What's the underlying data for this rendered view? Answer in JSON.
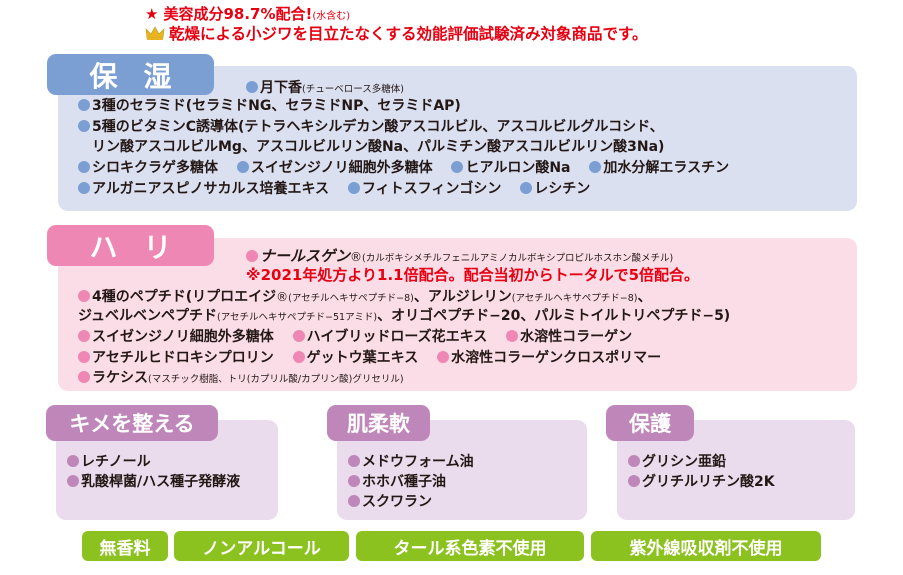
{
  "headline": {
    "line1_star": "★",
    "line1_text": "美容成分98.7%配合!",
    "line1_note": "(水含む)",
    "line2_icon": "crown-icon",
    "line2_text": "乾燥による小ジワを目立たなくする効能評価試験済み対象商品です。"
  },
  "colors": {
    "red": "#e60012",
    "moisture_tab": "#7c9fd3",
    "moisture_bg": "#dbe0f1",
    "firmness_tab": "#ee87b4",
    "firmness_bg": "#fbdde8",
    "sub_tab": "#bf86ba",
    "sub_bg": "#eadcec",
    "badge_green": "#8cc21f"
  },
  "moisture": {
    "title": "保湿",
    "r1_name": "月下香",
    "r1_sub": "(チューベロース多糖体)",
    "r2": "3種のセラミド(セラミドNG、セラミドNP、セラミドAP)",
    "r3": "5種のビタミンC誘導体(テトラヘキシルデカン酸アスコルビル、アスコルビルグルコシド、",
    "r4": "リン酸アスコルビルMg、アスコルビルリン酸Na、パルミチン酸アスコルビルリン酸3Na)",
    "r5": [
      "シロキクラゲ多糖体",
      "スイゼンジノリ細胞外多糖体",
      "ヒアルロン酸Na",
      "加水分解エラスチン"
    ],
    "r6": [
      "アルガニアスピノサカルス培養エキス",
      "フィトスフィンゴシン",
      "レシチン"
    ]
  },
  "firmness": {
    "title": "ハリ",
    "r1_name": "ナールスゲン",
    "r1_reg": "®",
    "r1_sub": "(カルボキシメチルフェニルアミノカルボキシプロピルホスホン酸メチル)",
    "r2_note": "※2021年処方より1.1倍配合。配合当初からトータルで5倍配合。",
    "r3_a": "4種のペプチド(リプロエイジ",
    "r3_reg": "®",
    "r3_sub1": "(アセチルヘキサペプチド−8)",
    "r3_b": "、アルジレリン",
    "r3_sub2": "(アセチルヘキサペプチド−8)",
    "r3_c": "、",
    "r4_a": "ジュベルベンペプチド",
    "r4_sub": "(アセチルヘキサペプチド−51アミド)",
    "r4_b": "、オリゴペプチド−20、パルミトイルトリペプチド−5)",
    "r5": [
      "スイゼンジノリ細胞外多糖体",
      "ハイブリッドローズ花エキス",
      "水溶性コラーゲン"
    ],
    "r6": [
      "アセチルヒドロキシプロリン",
      "ゲットウ葉エキス",
      "水溶性コラーゲンクロスポリマー"
    ],
    "r7_name": "ラケシス",
    "r7_sub": "(マスチック樹脂、トリ(カプリル酸/カプリン酸)グリセリル)"
  },
  "texture": {
    "title": "キメを整える",
    "items": [
      "レチノール",
      "乳酸桿菌/ハス種子発酵液"
    ]
  },
  "softening": {
    "title": "肌柔軟",
    "items": [
      "メドウフォーム油",
      "ホホバ種子油",
      "スクワラン"
    ]
  },
  "protection": {
    "title": "保護",
    "items": [
      "グリシン亜鉛",
      "グリチルリチン酸2K"
    ]
  },
  "badges": [
    "無香料",
    "ノンアルコール",
    "タール系色素不使用",
    "紫外線吸収剤不使用"
  ]
}
